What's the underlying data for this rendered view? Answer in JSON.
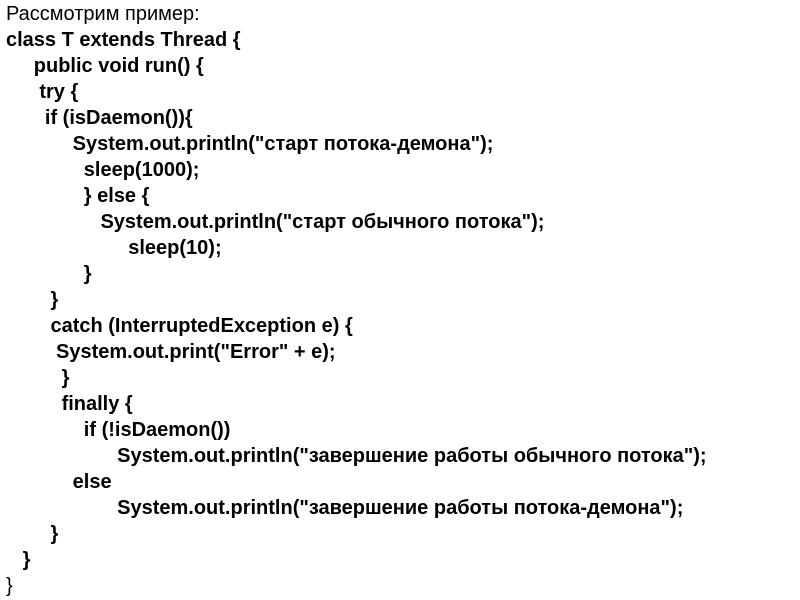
{
  "slide": {
    "background_color": "#ffffff",
    "text_color": "#000000",
    "intro_line": "Рассмотрим пример:",
    "code_lines": [
      "class T extends Thread {",
      "     public void run() {",
      "      try {",
      "       if (isDaemon()){",
      "            System.out.println(\"старт потока-демона\");",
      "              sleep(1000);",
      "              } else {",
      "                 System.out.println(\"старт обычного потока\");",
      "                      sleep(10);",
      "              }",
      "        }",
      "        catch (InterruptedException e) {",
      "         System.out.print(\"Error\" + e);",
      "          }",
      "          finally {",
      "              if (!isDaemon())",
      "                    System.out.println(\"завершение работы обычного потока\");",
      "            else",
      "                    System.out.println(\"завершение работы потока-демона\");",
      "        }",
      "   }",
      "}"
    ]
  }
}
